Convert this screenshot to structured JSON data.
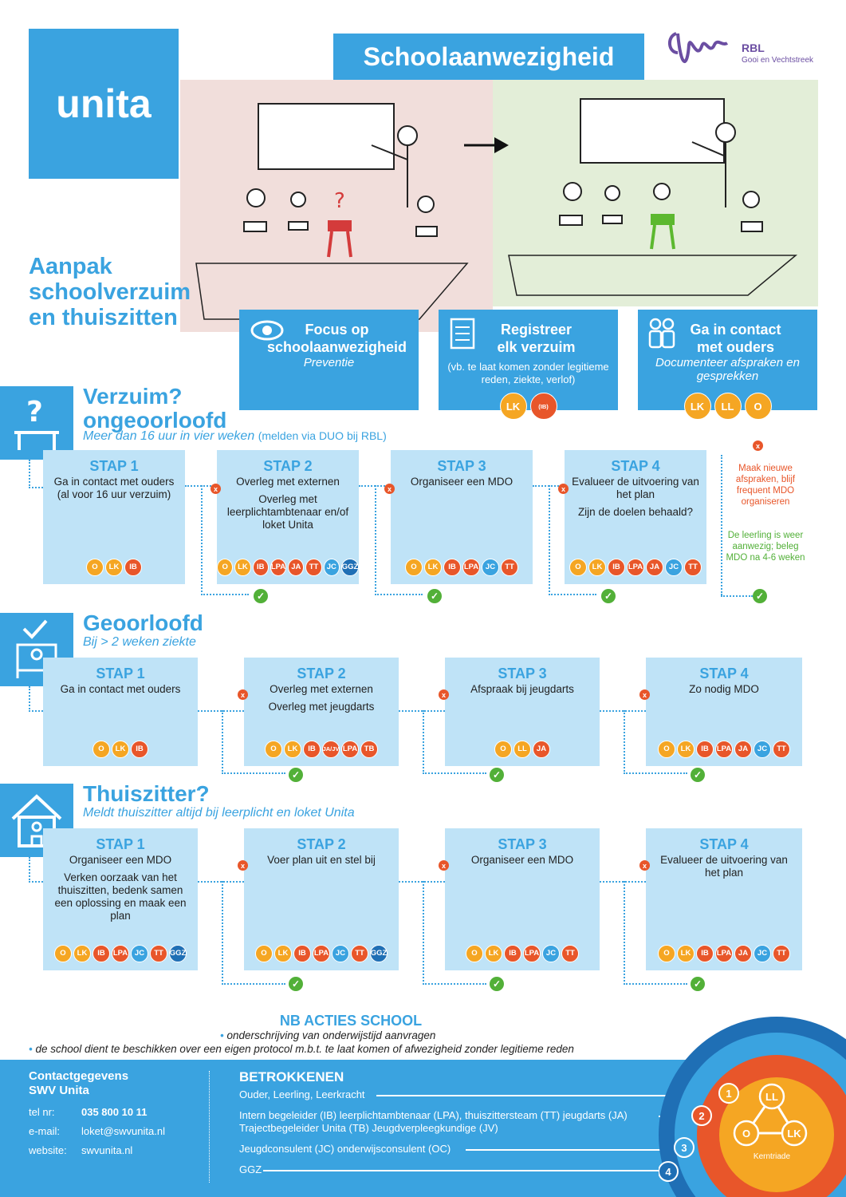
{
  "logo": "unita",
  "title": "Schoolaanwezigheid",
  "rbl": {
    "name": "RBL",
    "region": "Gooi en Vechtstreek"
  },
  "aanpak": [
    "Aanpak",
    "schoolverzuim",
    "en thuiszitten"
  ],
  "cards": [
    {
      "title": [
        "Focus op",
        "schoolaanwezigheid"
      ],
      "sub": "Preventie",
      "chips": []
    },
    {
      "title": [
        "Registreer",
        "elk verzuim"
      ],
      "sub": "(vb. te laat komen zonder legitieme reden, ziekte, verlof)",
      "chips": [
        "LK",
        "(IB)"
      ]
    },
    {
      "title": [
        "Ga in contact",
        "met ouders"
      ],
      "sub": "Documenteer afspraken en gesprekken",
      "chips": [
        "LK",
        "LL",
        "O"
      ]
    }
  ],
  "sections": [
    {
      "title": [
        "Verzuim?",
        "ongeoorloofd"
      ],
      "sub": "Meer dan 16 uur in vier weken",
      "sub2": "(melden via DUO bij RBL)",
      "steps": [
        {
          "h": "STAP 1",
          "p": [
            "Ga in contact met ouders (al voor 16 uur verzuim)"
          ],
          "chips": [
            "O",
            "LK",
            "IB"
          ]
        },
        {
          "h": "STAP 2",
          "p": [
            "Overleg met externen",
            "Overleg met leerplichtambtenaar en/of loket Unita"
          ],
          "chips": [
            "O",
            "LK",
            "IB",
            "LPA",
            "JA",
            "TT",
            "JC",
            "GGZ"
          ]
        },
        {
          "h": "STAP 3",
          "p": [
            "Organiseer een MDO"
          ],
          "chips": [
            "O",
            "LK",
            "IB",
            "LPA",
            "JC",
            "TT"
          ]
        },
        {
          "h": "STAP 4",
          "p": [
            "Evalueer de uitvoering van het plan",
            "Zijn de doelen behaald?"
          ],
          "chips": [
            "O",
            "LK",
            "IB",
            "LPA",
            "JA",
            "JC",
            "TT"
          ]
        }
      ],
      "side": {
        "no": "Maak nieuwe afspraken, blijf frequent MDO organiseren",
        "yes": "De leerling is weer aanwezig; beleg MDO na 4-6 weken"
      }
    },
    {
      "title": [
        "Geoorloofd"
      ],
      "sub": "Bij > 2 weken ziekte",
      "sub2": "",
      "steps": [
        {
          "h": "STAP 1",
          "p": [
            "Ga in contact met ouders"
          ],
          "chips": [
            "O",
            "LK",
            "IB"
          ]
        },
        {
          "h": "STAP 2",
          "p": [
            "Overleg met externen",
            "Overleg met jeugdarts"
          ],
          "chips": [
            "O",
            "LK",
            "IB",
            "JA/JV",
            "LPA",
            "TB"
          ]
        },
        {
          "h": "STAP 3",
          "p": [
            "Afspraak bij jeugdarts"
          ],
          "chips": [
            "O",
            "LL",
            "JA"
          ]
        },
        {
          "h": "STAP 4",
          "p": [
            "Zo nodig MDO"
          ],
          "chips": [
            "O",
            "LK",
            "IB",
            "LPA",
            "JA",
            "JC",
            "TT"
          ]
        }
      ]
    },
    {
      "title": [
        "Thuiszitter?"
      ],
      "sub": "Meldt thuiszitter altijd bij leerplicht en loket Unita",
      "sub2": "",
      "steps": [
        {
          "h": "STAP 1",
          "p": [
            "Organiseer een MDO",
            "Verken oorzaak van het thuiszitten, bedenk samen een oplossing en maak een plan"
          ],
          "chips": [
            "O",
            "LK",
            "IB",
            "LPA",
            "JC",
            "TT",
            "GGZ"
          ]
        },
        {
          "h": "STAP 2",
          "p": [
            "Voer plan uit en stel bij"
          ],
          "chips": [
            "O",
            "LK",
            "IB",
            "LPA",
            "JC",
            "TT",
            "GGZ"
          ]
        },
        {
          "h": "STAP 3",
          "p": [
            "Organiseer een MDO"
          ],
          "chips": [
            "O",
            "LK",
            "IB",
            "LPA",
            "JC",
            "TT"
          ]
        },
        {
          "h": "STAP 4",
          "p": [
            "Evalueer de uitvoering van het plan"
          ],
          "chips": [
            "O",
            "LK",
            "IB",
            "LPA",
            "JA",
            "JC",
            "TT"
          ]
        }
      ]
    }
  ],
  "nb": {
    "title": "NB ACTIES SCHOOL",
    "items": [
      "onderschrijving van onderwijstijd aanvragen",
      "de school dient te beschikken over een eigen protocol m.b.t. te laat komen of afwezigheid zonder legitieme reden"
    ]
  },
  "contact": {
    "title": [
      "Contactgegevens",
      "SWV Unita"
    ],
    "rows": [
      [
        "tel nr:",
        "035 800 10 11"
      ],
      [
        "e-mail:",
        "loket@swvunita.nl"
      ],
      [
        "website:",
        "swvunita.nl"
      ]
    ]
  },
  "betrokkenen": {
    "title": "BETROKKENEN",
    "rows": [
      "Ouder, Leerling, Leerkracht",
      "Intern begeleider (IB) leerplichtambtenaar (LPA), thuiszittersteam (TT) jeugdarts (JA)",
      "Trajectbegeleider Unita (TB) Jeugdverpleegkundige (JV)",
      "Jeugdconsulent (JC) onderwijsconsulent (OC)",
      "GGZ"
    ]
  },
  "rings": {
    "nums": [
      "1",
      "2",
      "3",
      "4"
    ],
    "core": [
      "LL",
      "O",
      "LK"
    ],
    "label": "Kerntriade"
  },
  "colors": {
    "O": "#f5a623",
    "LK": "#f5a623",
    "LL": "#f5a623",
    "IB": "#e8562a",
    "(IB)": "#e8562a",
    "LPA": "#e8562a",
    "JA": "#e8562a",
    "TT": "#e8562a",
    "TB": "#e8562a",
    "JA/JV": "#e8562a",
    "JC": "#3aa3e0",
    "GGZ": "#1f6fb5"
  }
}
